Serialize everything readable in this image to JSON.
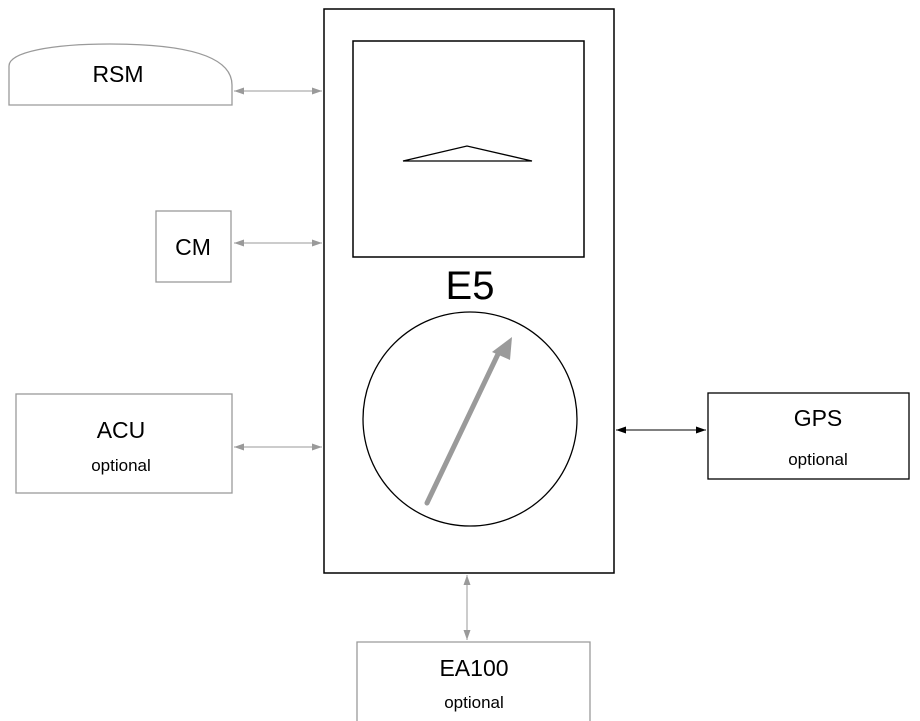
{
  "diagram": {
    "center_unit": {
      "label": "E5"
    },
    "peripherals": {
      "rsm": {
        "label": "RSM"
      },
      "cm": {
        "label": "CM"
      },
      "acu": {
        "label": "ACU",
        "note": "optional"
      },
      "gps": {
        "label": "GPS",
        "note": "optional"
      },
      "ea100": {
        "label": "EA100",
        "note": "optional"
      }
    }
  }
}
